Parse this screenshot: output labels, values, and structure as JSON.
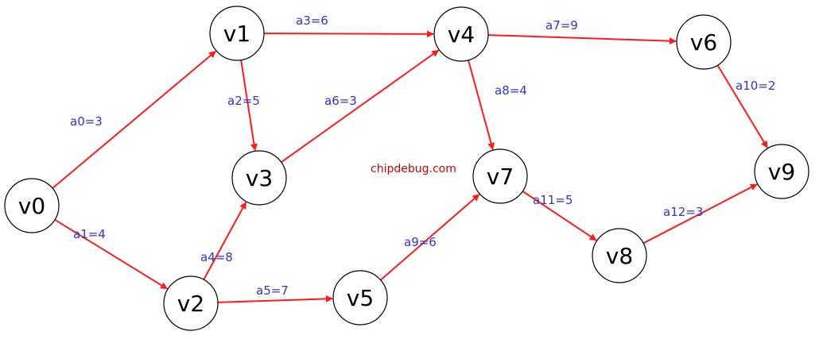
{
  "watermark": "chipdebug.com",
  "colors": {
    "edge": "#ff1a1a",
    "edge_label": "#3333cc",
    "node_stroke": "#000000",
    "node_fill": "#ffffff",
    "watermark": "#cc0000"
  },
  "nodes": [
    {
      "id": "v0",
      "label": "v0"
    },
    {
      "id": "v1",
      "label": "v1"
    },
    {
      "id": "v2",
      "label": "v2"
    },
    {
      "id": "v3",
      "label": "v3"
    },
    {
      "id": "v4",
      "label": "v4"
    },
    {
      "id": "v5",
      "label": "v5"
    },
    {
      "id": "v6",
      "label": "v6"
    },
    {
      "id": "v7",
      "label": "v7"
    },
    {
      "id": "v8",
      "label": "v8"
    },
    {
      "id": "v9",
      "label": "v9"
    }
  ],
  "edges": [
    {
      "from": "v0",
      "to": "v1",
      "label": "a0=3"
    },
    {
      "from": "v0",
      "to": "v2",
      "label": "a1=4"
    },
    {
      "from": "v1",
      "to": "v3",
      "label": "a2=5"
    },
    {
      "from": "v1",
      "to": "v4",
      "label": "a3=6"
    },
    {
      "from": "v2",
      "to": "v3",
      "label": "a4=8"
    },
    {
      "from": "v2",
      "to": "v5",
      "label": "a5=7"
    },
    {
      "from": "v3",
      "to": "v4",
      "label": "a6=3"
    },
    {
      "from": "v4",
      "to": "v6",
      "label": "a7=9"
    },
    {
      "from": "v4",
      "to": "v7",
      "label": "a8=4"
    },
    {
      "from": "v5",
      "to": "v7",
      "label": "a9=6"
    },
    {
      "from": "v6",
      "to": "v9",
      "label": "a10=2"
    },
    {
      "from": "v7",
      "to": "v8",
      "label": "a11=5"
    },
    {
      "from": "v8",
      "to": "v9",
      "label": "a12=3"
    }
  ]
}
